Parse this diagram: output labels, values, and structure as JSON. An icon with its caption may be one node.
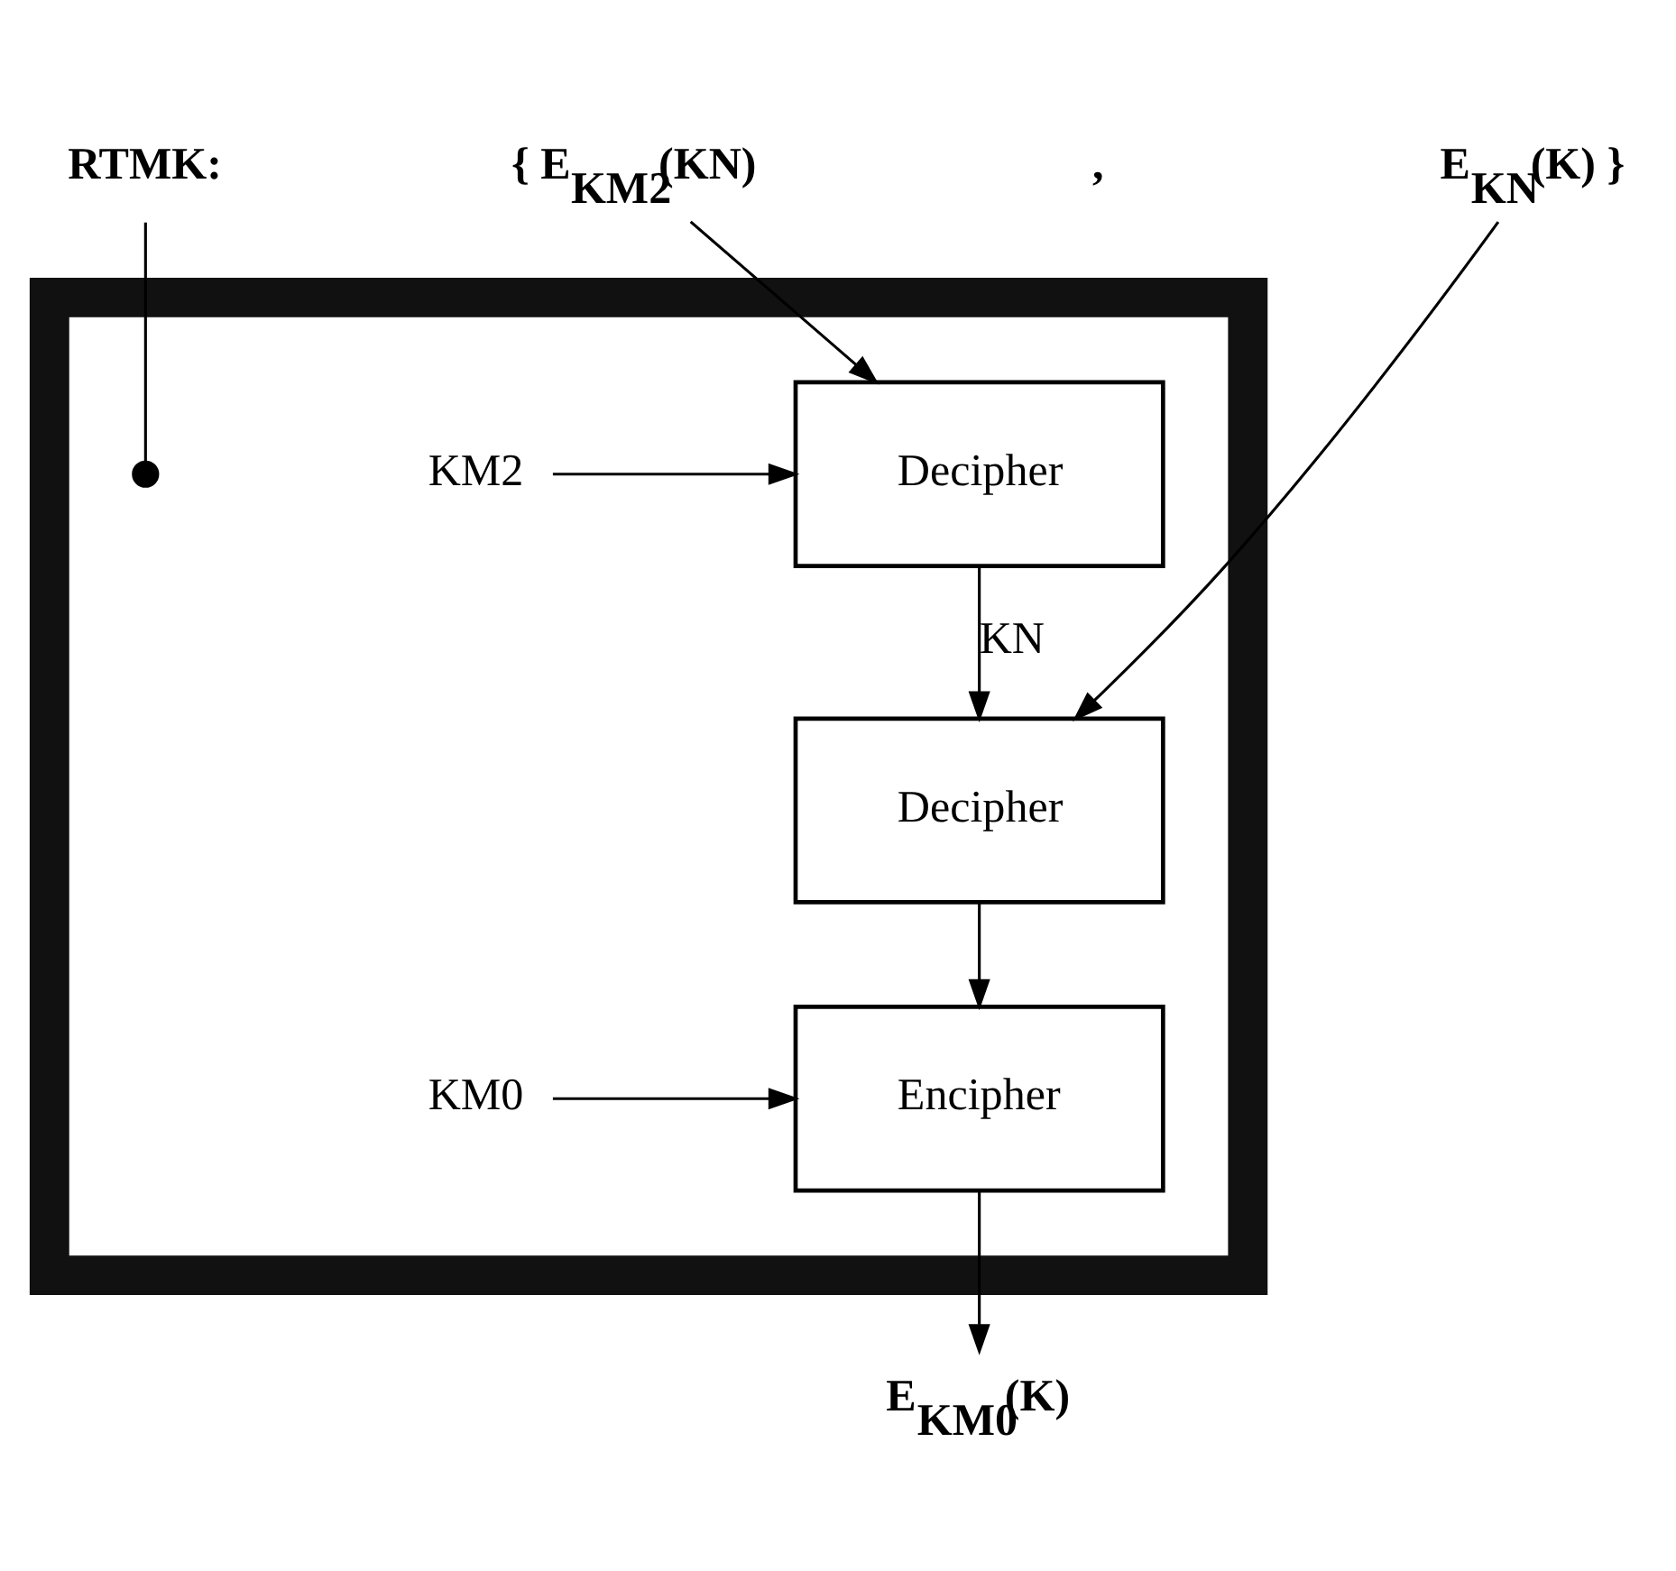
{
  "diagram": {
    "nodes": [
      {
        "text": [],
        "shape": "box"
      },
      {
        "text": [
          "RTMK:"
        ]
      },
      {
        "text": [],
        "shape": "circle",
        "in": 0
      },
      {
        "text": [
          "{ E$_{KM2}$(KN)"
        ]
      },
      {
        "text": [
          "E$_{KN}$(K) }"
        ]
      },
      {
        "text": [
          "KM2"
        ],
        "in": 0
      },
      {
        "text": [
          "Decipher"
        ],
        "in": 0
      },
      {
        "text": [
          "Decipher"
        ],
        "in": 0
      },
      {
        "text": [
          "KM0"
        ],
        "in": 0
      },
      {
        "text": [
          "Encipher"
        ],
        "in": 0
      },
      {
        "text": [
          "E$_{KM0}$(K)"
        ]
      }
    ],
    "edges": [
      {
        "from": 1,
        "to": 2,
        "arrow": "none"
      },
      {
        "from": 3,
        "to": 6,
        "arrow": "to"
      },
      {
        "from": 5,
        "to": 6,
        "arrow": "to"
      },
      {
        "from": 4,
        "to": 7,
        "arrow": "to"
      },
      {
        "from": 6,
        "to": 7,
        "arrow": "to",
        "label": "KN"
      },
      {
        "from": 7,
        "to": 9,
        "arrow": "to"
      },
      {
        "from": 8,
        "to": 9,
        "arrow": "to"
      },
      {
        "from": 9,
        "to": 10,
        "arrow": "to"
      }
    ],
    "labels": [
      ","
    ]
  }
}
